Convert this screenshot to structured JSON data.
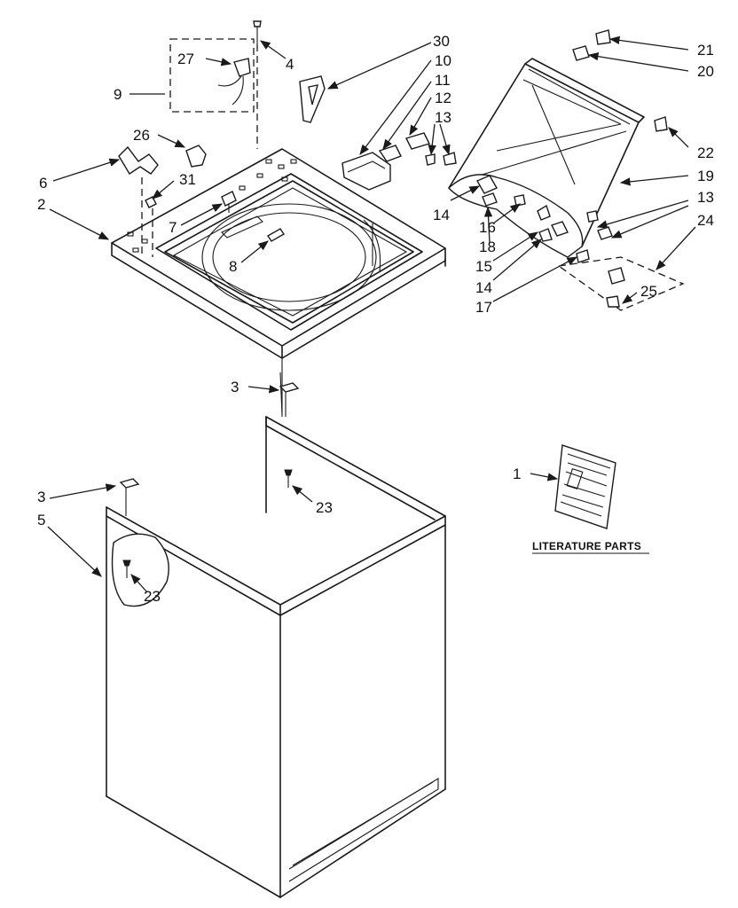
{
  "callouts": {
    "c1": "1",
    "c2": "2",
    "c3a": "3",
    "c3b": "3",
    "c4": "4",
    "c5": "5",
    "c6": "6",
    "c7": "7",
    "c8": "8",
    "c9": "9",
    "c10": "10",
    "c11": "11",
    "c12": "12",
    "c13a": "13",
    "c13b": "13",
    "c14a": "14",
    "c14b": "14",
    "c15": "15",
    "c16": "16",
    "c17": "17",
    "c18": "18",
    "c19": "19",
    "c20": "20",
    "c21": "21",
    "c22": "22",
    "c23a": "23",
    "c23b": "23",
    "c24": "24",
    "c25": "25",
    "c26": "26",
    "c27": "27",
    "c30": "30",
    "c31": "31"
  },
  "literature": {
    "title": "LITERATURE PARTS"
  }
}
